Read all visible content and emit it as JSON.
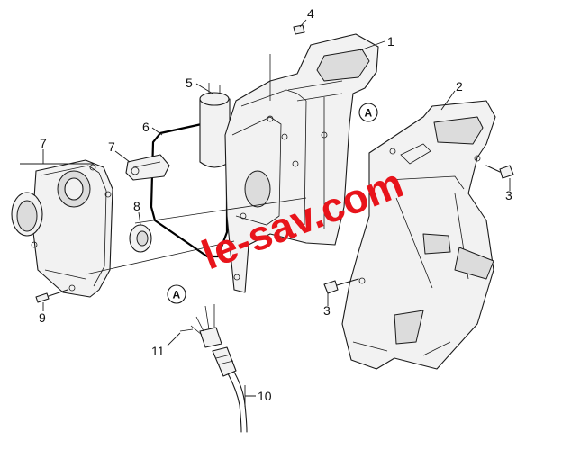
{
  "callouts": {
    "c1": "1",
    "c2": "2",
    "c3a": "3",
    "c3b": "3",
    "c4": "4",
    "c5": "5",
    "c6": "6",
    "c7a": "7",
    "c7b": "7",
    "c8": "8",
    "c9": "9",
    "c10": "10",
    "c11": "11"
  },
  "refs": {
    "a1": "A",
    "a2": "A"
  },
  "watermark": "le-sav.com",
  "colors": {
    "watermark": "#e8141b",
    "line": "#1a1a1a",
    "background": "#ffffff"
  }
}
